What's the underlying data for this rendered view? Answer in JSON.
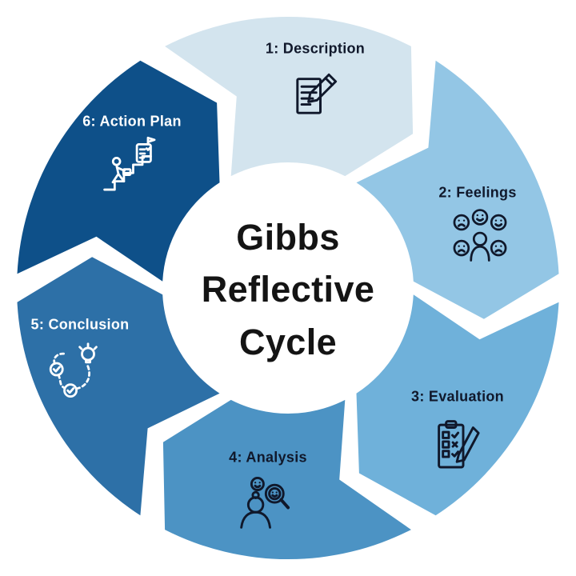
{
  "title": "Gibbs Reflective Cycle",
  "center": {
    "lines": [
      "Gibbs",
      "Reflective",
      "Cycle"
    ]
  },
  "background": "#ffffff",
  "segments": [
    {
      "label": "1: Description",
      "color": "#d3e4ee",
      "text_color": "#10182b",
      "icon": "document-pencil-icon"
    },
    {
      "label": "2: Feelings",
      "color": "#93c6e5",
      "text_color": "#10182b",
      "icon": "feelings-faces-icon"
    },
    {
      "label": "3: Evaluation",
      "color": "#6fb1da",
      "text_color": "#10182b",
      "icon": "checklist-pencil-icon"
    },
    {
      "label": "4: Analysis",
      "color": "#4c93c4",
      "text_color": "#10182b",
      "icon": "person-magnifier-icon"
    },
    {
      "label": "5: Conclusion",
      "color": "#2d70a7",
      "text_color": "#ffffff",
      "icon": "path-lightbulb-icon"
    },
    {
      "label": "6: Action Plan",
      "color": "#0e5089",
      "text_color": "#ffffff",
      "icon": "person-stairs-icon"
    }
  ]
}
